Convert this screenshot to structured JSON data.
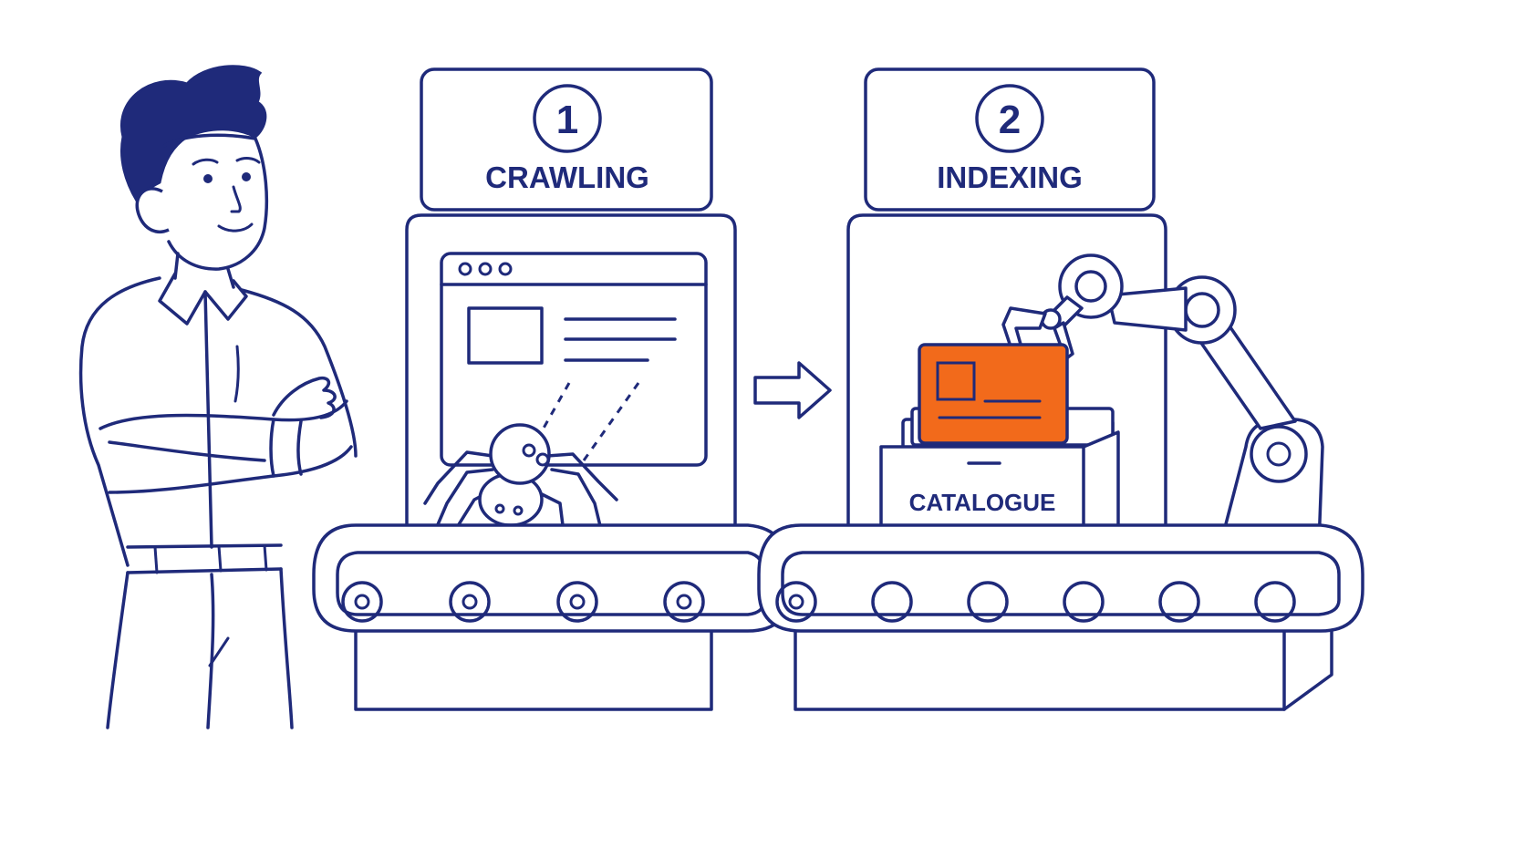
{
  "stages": [
    {
      "number": "1",
      "label": "CRAWLING"
    },
    {
      "number": "2",
      "label": "INDEXING"
    }
  ],
  "box_label": "CATALOGUE",
  "colors": {
    "line": "#1f2a7a",
    "accent": "#f26a1b",
    "background": "#ffffff"
  }
}
